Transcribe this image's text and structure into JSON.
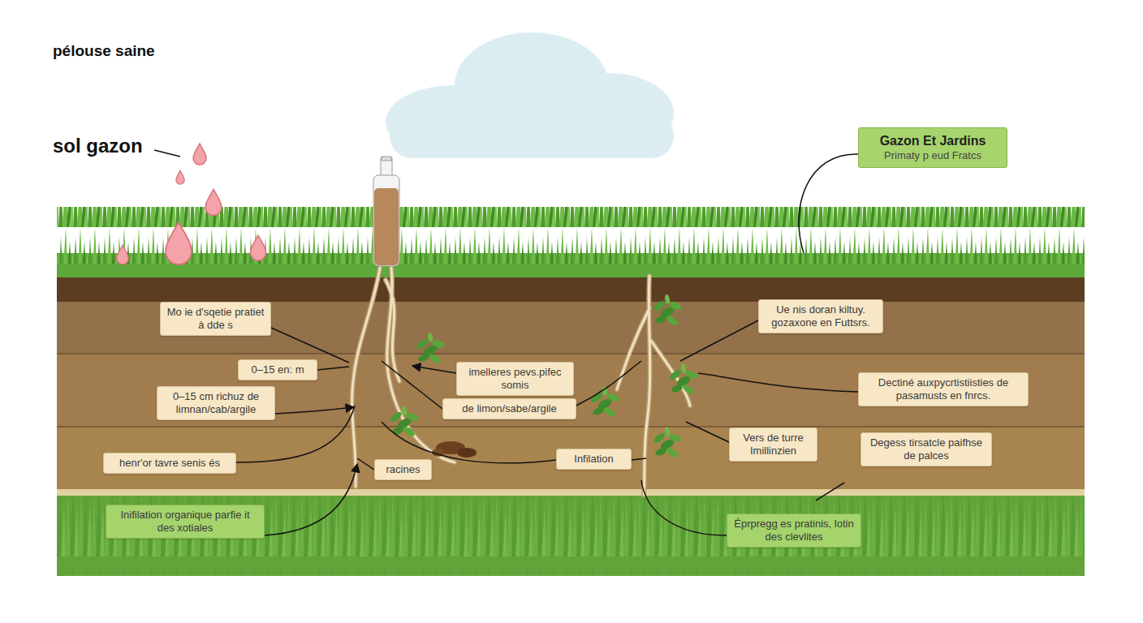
{
  "diagram": {
    "title": "pélouse saine",
    "nodes": [
      {
        "text": [
          "Gazon Et Jardins",
          "Primaty p eud Fratcs"
        ]
      },
      {
        "text": [
          "Mo ie d'sqetie pratiet à dde s"
        ]
      },
      {
        "text": [
          "Ue nis doran kiltuy. gozaxone en Futtsrs."
        ]
      },
      {
        "text": [
          "0–15 en: m"
        ]
      },
      {
        "text": [
          "imelleres pevs.pifec somis"
        ]
      },
      {
        "text": [
          "Dectiné auxpycrtistiisties de pasamusts en fnrcs."
        ]
      },
      {
        "text": [
          "0–15 cm richuz de limnan/cab/argile"
        ]
      },
      {
        "text": [
          "de limon/sabe/argile"
        ]
      },
      {
        "text": [
          "Vers de turre Imillinzien"
        ]
      },
      {
        "text": [
          "Degess tirsatcle paifhse de palces"
        ]
      },
      {
        "text": [
          "Infilation"
        ]
      },
      {
        "text": [
          "racines"
        ]
      },
      {
        "text": [
          "henr'or tavre senis és"
        ]
      },
      {
        "text": [
          "Inifilation organique parfie it des xotiales"
        ]
      },
      {
        "text": [
          "Éprpregg es pratinis, lotin des clevlites"
        ]
      }
    ],
    "edges": [],
    "labels": [
      "sol gazon"
    ]
  }
}
